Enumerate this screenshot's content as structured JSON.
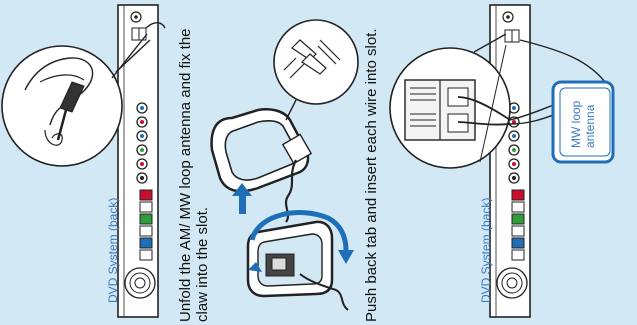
{
  "colors": {
    "background": "#d3e8f5",
    "accent_blue": "#1f6fb8",
    "label_blue": "#3a7bbf",
    "line": "#222222"
  },
  "panels": [
    {
      "device_label": "DVD System (back)"
    },
    {
      "instruction_line1": "Unfold the AM/ MW loop antenna and fix the",
      "instruction_line2": "claw into the slot."
    },
    {
      "instruction": "Push back tab and insert each wire into slot.",
      "device_label": "DVD System (back)",
      "callout_line1": "MW loop",
      "callout_line2": "antenna"
    }
  ],
  "icons": [
    "speaker-grille-icon",
    "up-arrow-icon",
    "rotate-arrow-icon",
    "antenna-jack-icon"
  ]
}
